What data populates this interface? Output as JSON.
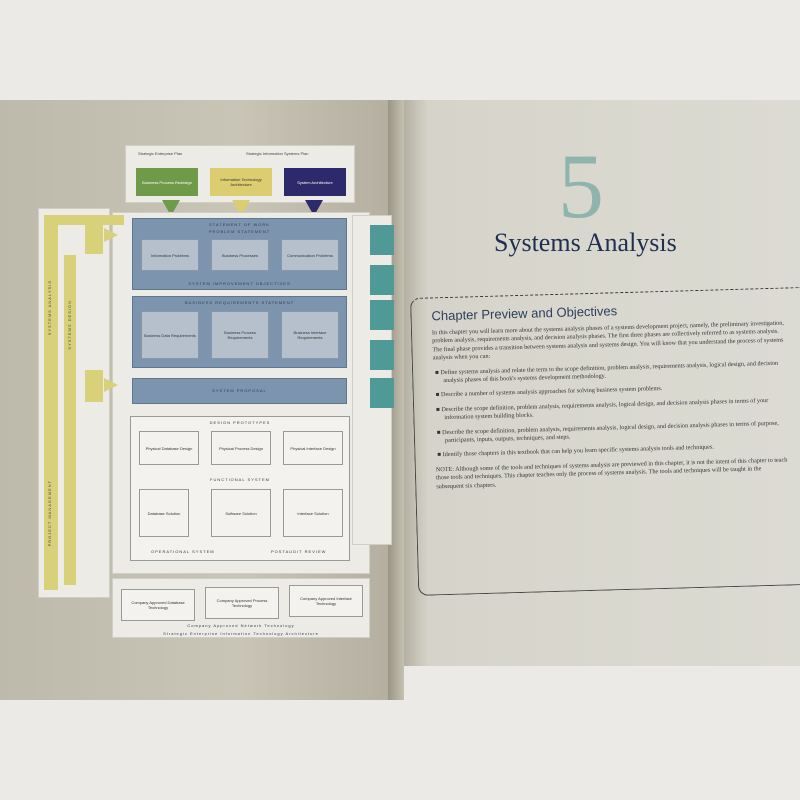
{
  "chapter": {
    "number": "5",
    "title": "Systems Analysis"
  },
  "preview": {
    "heading": "Chapter Preview and Objectives",
    "intro": "In this chapter you will learn more about the systems analysis phases of a systems development project, namely, the preliminary investigation, problem analysis, requirements analysis, and decision analysis phases. The first three phases are collectively referred to as systems analysis. The final phase provides a transition between systems analysis and systems design. You will know that you understand the process of systems analysis when you can:",
    "objectives": [
      "Define systems analysis and relate the term to the scope definition, problem analysis, requirements analysis, logical design, and decision analysis phases of this book's systems development methodology.",
      "Describe a number of systems analysis approaches for solving business system problems.",
      "Describe the scope definition, problem analysis, requirements analysis, logical design, and decision analysis phases in terms of your information system building blocks.",
      "Describe the scope definition, problem analysis, requirements analysis, logical design, and decision analysis phases in terms of purpose, participants, inputs, outputs, techniques, and steps.",
      "Identify those chapters in this textbook that can help you learn specific systems analysis tools and techniques."
    ],
    "note": "NOTE: Although some of the tools and techniques of systems analysis are previewed in this chapter, it is not the intent of this chapter to teach those tools and techniques. This chapter teaches only the process of systems analysis. The tools and techniques will be taught in the subsequent six chapters."
  },
  "diagram": {
    "top_left": "Strategic Enterprise Plan",
    "top_right": "Strategic Information Systems Plan",
    "top_boxes": [
      {
        "label": "Business Process Redesign",
        "color": "#6f9a4a"
      },
      {
        "label": "Information Technology Architecture",
        "color": "#dccd70"
      },
      {
        "label": "System Architecture",
        "color": "#2c2a6a"
      }
    ],
    "statement_of_work": "STATEMENT OF WORK",
    "problem_statement": "PROBLEM STATEMENT",
    "sow_boxes": [
      "Information Problems",
      "Business Processes",
      "Communication Problems"
    ],
    "system_improvement": "SYSTEM IMPROVEMENT OBJECTIVES",
    "business_requirements": "BUSINESS REQUIREMENTS STATEMENT",
    "br_boxes": [
      "Business Data Requirements",
      "Business Process Requirements",
      "Business Interface Requirements"
    ],
    "system_proposal": "SYSTEM PROPOSAL",
    "design_prototypes": "DESIGN PROTOTYPES",
    "dp_boxes": [
      "Physical Database Design",
      "Physical Process Design",
      "Physical Interface Design"
    ],
    "functional_system": "FUNCTIONAL SYSTEM",
    "fs_boxes": [
      "Database Solution",
      "Software Solution",
      "Interface Solution"
    ],
    "operational_system": "OPERATIONAL SYSTEM",
    "postaudit": "POSTAUDIT REVIEW",
    "bottom_boxes": [
      "Company Approved Database Technology",
      "Company Approved Process Technology",
      "Company Approved Interface Technology"
    ],
    "network_tech": "Company Approved Network Technology",
    "architecture": "Strategic Enterprise Information Technology Architecture",
    "side_labels": [
      "PROJECT MANAGEMENT",
      "SYSTEMS ANALYSIS",
      "SYSTEMS DESIGN"
    ]
  }
}
